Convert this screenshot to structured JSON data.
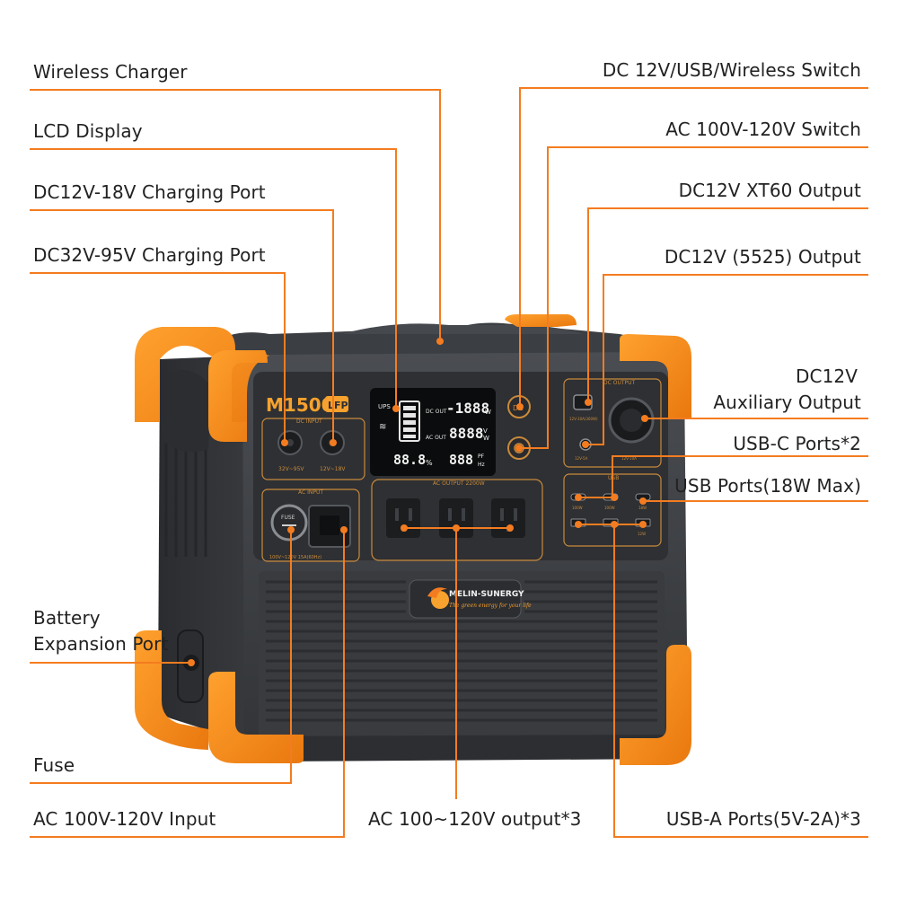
{
  "colors": {
    "accent": "#f47c20",
    "body": "#3e4145",
    "body_dark": "#2c2e31",
    "bumper": "#f7931e",
    "panel_line": "#c98a3c",
    "label_text": "#222222"
  },
  "device": {
    "model": "M1500",
    "model_badge": "LFP",
    "brand": "MELIN-SUNERGY",
    "tagline": "The green energy for your life",
    "dc_input_title": "DC INPUT",
    "dc_input_spec_left": "32V~95V",
    "dc_input_spec_right": "12V~18V",
    "ac_input_title": "AC INPUT",
    "ac_input_spec": "100V~120V 15A(60Hz)",
    "fuse_label": "FUSE",
    "ac_output_title": "AC OUTPUT 2200W",
    "dc_output_title": "DC OUTPUT",
    "usb_title": "USB",
    "dc_button_label": "DC",
    "xt60_spec": "12V-30A(360W)",
    "dc5525_spec": "12V-5A",
    "car_spec": "12V-10A",
    "usbc_rating_1": "100W",
    "usbc_rating_2": "100W",
    "usbc_rating_3": "18W",
    "usba_rating": "12W"
  },
  "lcd": {
    "ups": "UPS",
    "dc_out": "DC OUT",
    "ac_out": "AC OUT",
    "row1_value": "-1888",
    "row1_unit": "W",
    "row2_value": "8888",
    "row2_unit": "W",
    "row3_value": "88.8",
    "row3_unit": "%",
    "row3_value2": "888",
    "row3_unit2": "Hz",
    "volt_unit": "V",
    "pf_unit": "PF"
  },
  "callouts": {
    "wireless_charger": "Wireless Charger",
    "lcd_display": "LCD Display",
    "dc12_18_port": "DC12V-18V Charging Port",
    "dc32_95_port": "DC32V-95V Charging Port",
    "battery_line1": "Battery",
    "battery_line2": "Expansion Port",
    "fuse": "Fuse",
    "ac_input": "AC 100V-120V Input",
    "ac_output": "AC 100~120V output*3",
    "dc_switch": "DC 12V/USB/Wireless Switch",
    "ac_switch": "AC 100V-120V Switch",
    "xt60": "DC12V XT60 Output",
    "dc5525": "DC12V (5525) Output",
    "aux_line1": "DC12V",
    "aux_line2": "Auxiliary Output",
    "usbc": "USB-C Ports*2",
    "usb_ports": "USB Ports(18W Max)",
    "usba": "USB-A Ports(5V-2A)*3"
  }
}
